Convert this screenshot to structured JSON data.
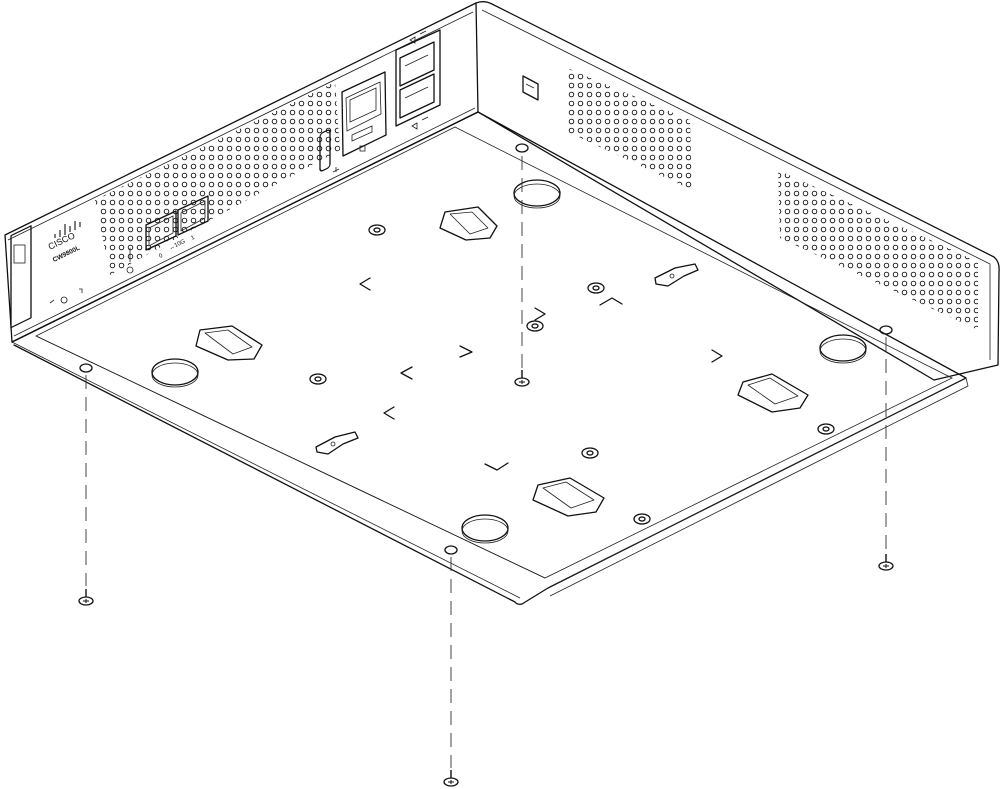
{
  "brand": "CISCO",
  "model": "CW9800L",
  "port_labels": {
    "sfp_left": "0",
    "sfp_middle": "↔10G",
    "sfp_right": "1"
  }
}
